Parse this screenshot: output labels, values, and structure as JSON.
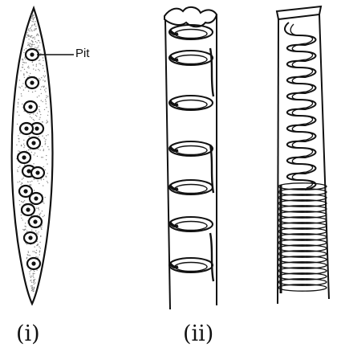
{
  "labels": {
    "pit": "Pit",
    "figure_i": "(i)",
    "figure_ii": "(ii)"
  },
  "colors": {
    "ink": "#111111",
    "stipple": "#8a8a8a",
    "background": "#ffffff"
  }
}
